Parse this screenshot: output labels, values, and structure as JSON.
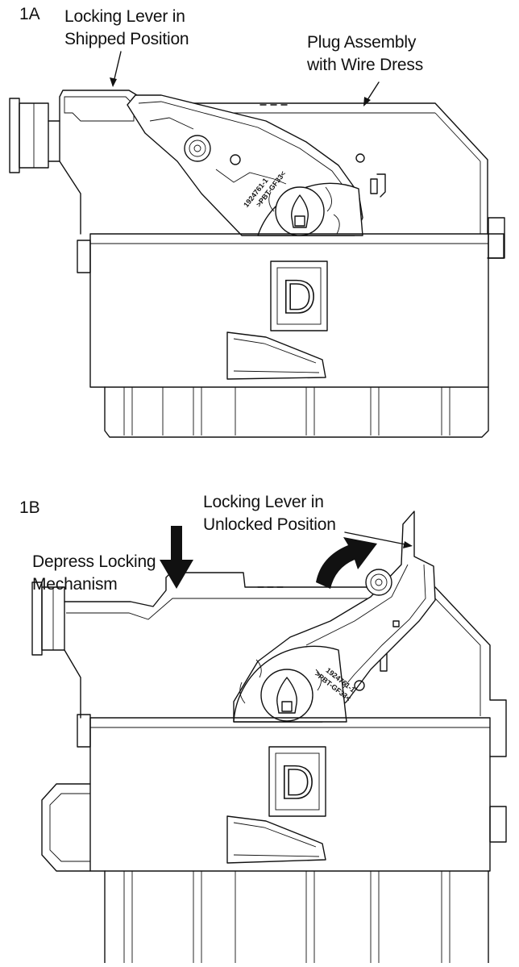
{
  "figure_a": {
    "id": "1A",
    "lever_callout": [
      "Locking Lever in",
      "Shipped Position"
    ],
    "plug_callout": [
      "Plug Assembly",
      "with Wire Dress"
    ],
    "part_marking": [
      "1924761-1",
      ">PBT-GF33<"
    ],
    "housing_letter": "D"
  },
  "figure_b": {
    "id": "1B",
    "lever_callout": [
      "Locking Lever in",
      "Unlocked Position"
    ],
    "depress_callout": [
      "Depress Locking",
      "Mechanism"
    ],
    "part_marking": [
      "1924761-1",
      ">PBT-GF33<"
    ],
    "housing_letter": "D"
  }
}
